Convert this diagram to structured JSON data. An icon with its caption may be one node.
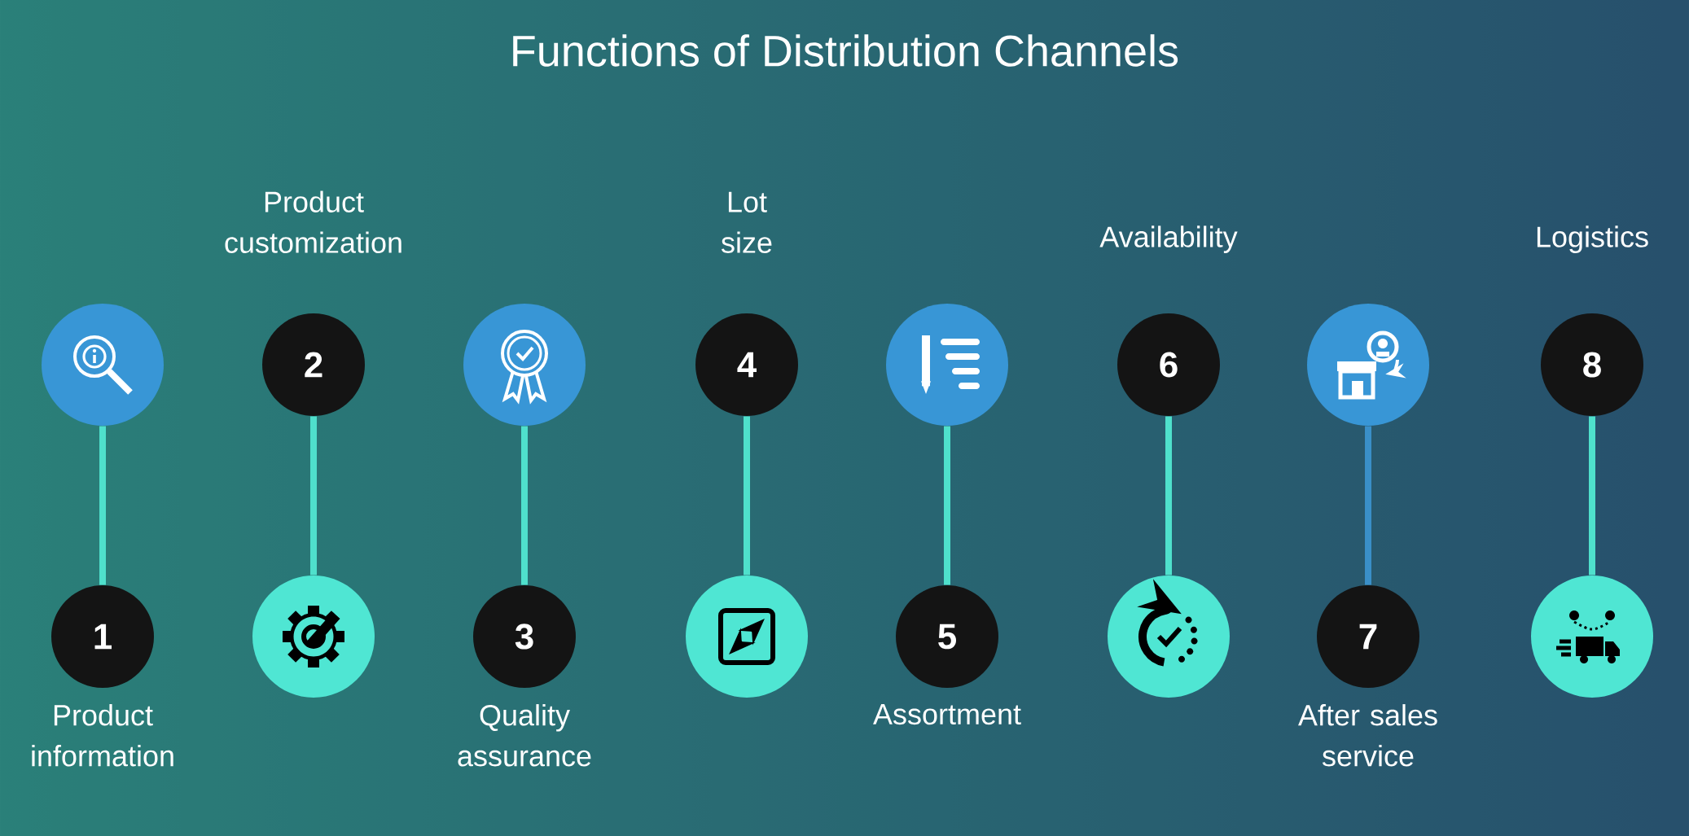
{
  "diagram": {
    "title": "Functions of Distribution Channels",
    "nodes": [
      {
        "text": [],
        "shape": "circle"
      },
      {
        "text": [
          "1"
        ],
        "beside": [
          "Product information"
        ]
      },
      {
        "text": [
          "2"
        ],
        "beside": [
          "Product customization"
        ]
      },
      {
        "text": [],
        "shape": "circle"
      },
      {
        "text": [],
        "shape": "circle"
      },
      {
        "text": [
          "3"
        ],
        "beside": [
          "Quality assurance"
        ]
      },
      {
        "text": [
          "4"
        ],
        "beside": [
          "Lot size"
        ]
      },
      {
        "text": [],
        "shape": "circle"
      },
      {
        "text": [],
        "shape": "circle"
      },
      {
        "text": [
          "5"
        ],
        "beside": [
          "Assortment"
        ]
      },
      {
        "text": [
          "6"
        ],
        "beside": [
          "Availability"
        ]
      },
      {
        "text": [],
        "shape": "circle"
      },
      {
        "text": [],
        "shape": "circle"
      },
      {
        "text": [
          "7"
        ],
        "beside": [
          "After sales service"
        ]
      },
      {
        "text": [
          "8"
        ],
        "beside": [
          "Logistics"
        ]
      },
      {
        "text": [],
        "shape": "circle"
      }
    ],
    "edges": [
      {
        "from": 0,
        "to": 1,
        "arrow": "none"
      },
      {
        "from": 2,
        "to": 3,
        "arrow": "none"
      },
      {
        "from": 4,
        "to": 5,
        "arrow": "none"
      },
      {
        "from": 6,
        "to": 7,
        "arrow": "none"
      },
      {
        "from": 8,
        "to": 9,
        "arrow": "none"
      },
      {
        "from": 10,
        "to": 11,
        "arrow": "none"
      },
      {
        "from": 12,
        "to": 13,
        "arrow": "none",
        "color": "#3a8fc8"
      },
      {
        "from": 14,
        "to": 15,
        "arrow": "none"
      }
    ]
  }
}
